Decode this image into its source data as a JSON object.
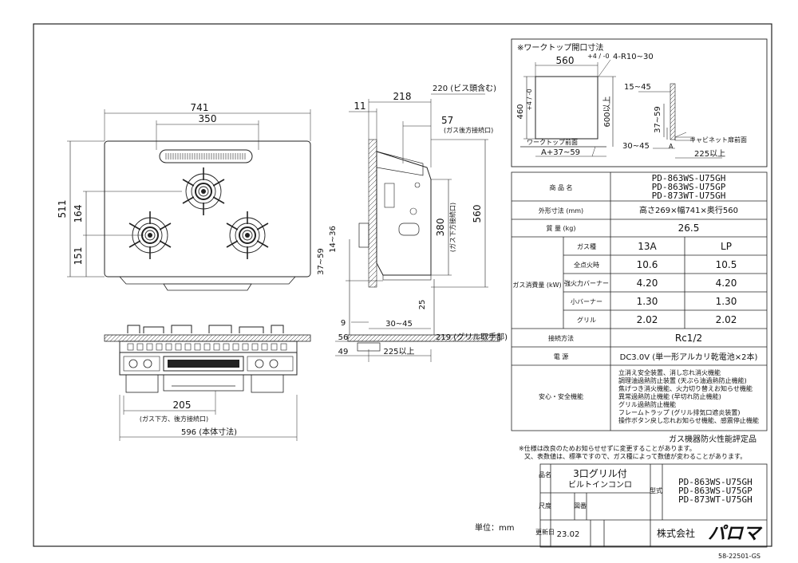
{
  "dims": {
    "front": {
      "w741": "741",
      "w350": "350",
      "h511": "511",
      "h164": "164",
      "h151": "151",
      "w205": "205",
      "gas_rear_note": "(ガス下方、後方接続口)",
      "w596": "596 (本体寸法)"
    },
    "side": {
      "d11": "11",
      "d218": "218",
      "d220": "220 (ビス頭含む)",
      "d57": "57",
      "gas_back": "(ガス後方接続口)",
      "d380": "380",
      "gas_down": "(ガス下方接続口)",
      "d560": "560",
      "d37_59": "37~59",
      "d14_36": "14~36",
      "d25": "25",
      "d9": "9",
      "d30_45": "30~45",
      "d56": "56",
      "d219": "219 (グリル取手部)",
      "d49": "49",
      "d225": "225以上"
    }
  },
  "cutout": {
    "title": "※ワークトップ開口寸法",
    "w560": "560",
    "w560_tol": "+4 / -0",
    "r": "4-R10~30",
    "h460": "460",
    "h460_tol": "+4 / -0",
    "h600": "600以上",
    "d15_45": "15~45",
    "d37_59": "37~59",
    "d30_45": "30~45",
    "front_label": "ワークトップ前面",
    "a_label": "A+37~59",
    "cabinet_label": "キャビネット扉前面",
    "d225": "225以上",
    "a": "A"
  },
  "spec": {
    "product_name_label": "商 品 名",
    "models": [
      "PD-863WS-U75GH",
      "PD-863WS-U75GP",
      "PD-873WT-U75GH"
    ],
    "outer_label": "外形寸法 (mm)",
    "outer_value": "高さ269×幅741×奥行560",
    "mass_label": "質 量 (kg)",
    "mass_value": "26.5",
    "gas_consumption_label": "ガス消費量\n(kW)",
    "gas_type_label": "ガス種",
    "gas_13a": "13A",
    "gas_lp": "LP",
    "rows": [
      {
        "label": "全点火時",
        "a": "10.6",
        "b": "10.5"
      },
      {
        "label": "強火力バーナー",
        "a": "4.20",
        "b": "4.20"
      },
      {
        "label": "小バーナー",
        "a": "1.30",
        "b": "1.30"
      },
      {
        "label": "グリル",
        "a": "2.02",
        "b": "2.02"
      }
    ],
    "connection_label": "接続方法",
    "connection_value": "Rc1/2",
    "power_label": "電 源",
    "power_value": "DC3.0V (単一形アルカリ乾電池×2本)",
    "safety_label": "安心・安全機能",
    "safety_items": [
      "立消え安全装置、消し忘れ消火機能",
      "調理油過熱防止装置 (天ぷら油過熱防止機能)",
      "焦げつき消火機能、火力切り替えお知らせ機能",
      "異常過熱防止機能 (早切れ防止機能)",
      "グリル過熱防止機能",
      "フレームトラップ (グリル排気口遮炎装置)",
      "操作ボタン戻し忘れお知らせ機能、感震停止機能"
    ],
    "certified": "ガス機器防火性能評定品"
  },
  "notes": {
    "line1": "※仕様は改良のためお知らせせずに変更することがあります。",
    "line2": "又、表数値は、標準ですので、ガス種によって数値が変わることがあります。"
  },
  "title_block": {
    "name_label": "品名",
    "product_line1": "3口グリル付",
    "product_line2": "ビルトインコンロ",
    "model_label": "型式",
    "models": [
      "PD-863WS-U75GH",
      "PD-863WS-U75GP",
      "PD-873WT-U75GH"
    ],
    "scale_label": "尺度",
    "drawing_label": "図番",
    "date_label": "更新日",
    "date_value": "23.02",
    "company": "株式会社",
    "brand": "パロマ",
    "unit": "単位：mm",
    "doc_no": "58-22501-GS"
  },
  "colors": {
    "line": "#222222",
    "hatch": "#555555",
    "fill_dark": "#1a1a1a"
  }
}
